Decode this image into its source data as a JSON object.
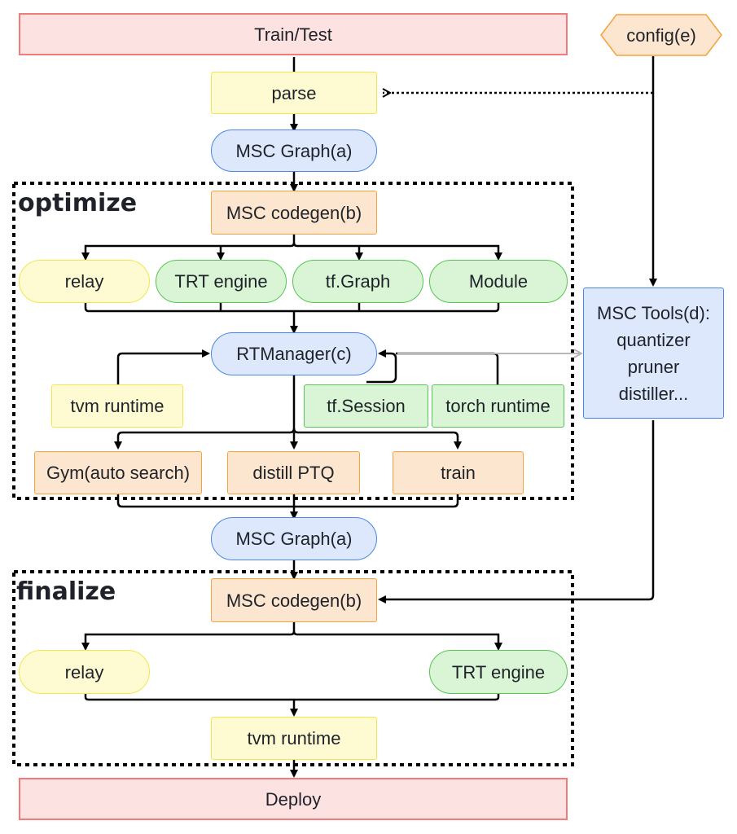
{
  "diagram": {
    "top": {
      "train_test": "Train/Test",
      "config": "config(e)"
    },
    "flow": {
      "parse": "parse",
      "msc_graph_1": "MSC Graph(a)",
      "msc_graph_2": "MSC Graph(a)",
      "deploy": "Deploy"
    },
    "optimize": {
      "label": "optimize",
      "codegen": "MSC codegen(b)",
      "targets": [
        "relay",
        "TRT engine",
        "tf.Graph",
        "Module"
      ],
      "rtmanager": "RTManager(c)",
      "runtimes": [
        "tvm runtime",
        "tf.Session",
        "torch runtime"
      ],
      "actions": [
        "Gym(auto search)",
        "distill PTQ",
        "train"
      ]
    },
    "finalize": {
      "label": "finalize",
      "codegen": "MSC codegen(b)",
      "targets": [
        "relay",
        "TRT engine"
      ],
      "runtime": "tvm runtime"
    },
    "tools": {
      "lines": [
        "MSC Tools(d):",
        "quantizer",
        "pruner",
        "distiller..."
      ]
    },
    "colors": {
      "endpoint_fill": "#fde2e2",
      "endpoint_border": "#f17a7a",
      "yellow_fill": "#fefbd2",
      "blue_fill": "#dde8fc",
      "orange_fill": "#fde6cf",
      "green_fill": "#d9f5d6"
    }
  }
}
